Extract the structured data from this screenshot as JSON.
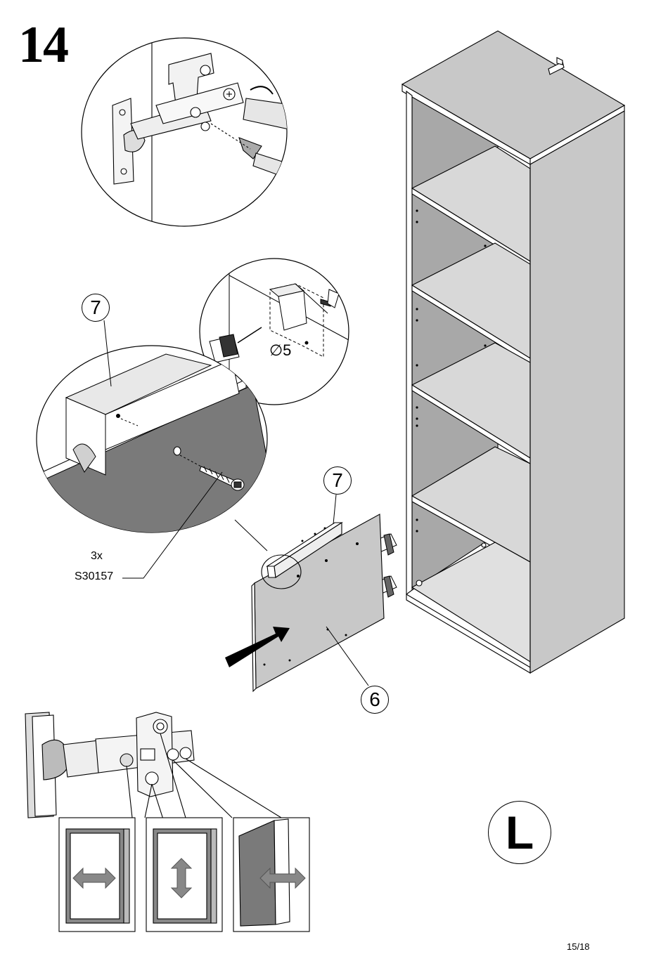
{
  "step": {
    "number": "14"
  },
  "parts": {
    "rail_label": "7",
    "rail_label_2": "7",
    "door_label": "6",
    "screw_qty": "3x",
    "screw_code": "S30157"
  },
  "drill": {
    "symbol": "∅",
    "size": "5"
  },
  "side_marker": "L",
  "footer": {
    "page": "15/18"
  },
  "icons": [
    "arrow-icon",
    "hinge-icon",
    "screwdriver-icon",
    "drill-icon",
    "screw-icon",
    "double-arrow-icon"
  ],
  "colors": {
    "panel_grey": "#c8c8c8",
    "dark_grey": "#7a7a7a",
    "line": "#000000"
  }
}
